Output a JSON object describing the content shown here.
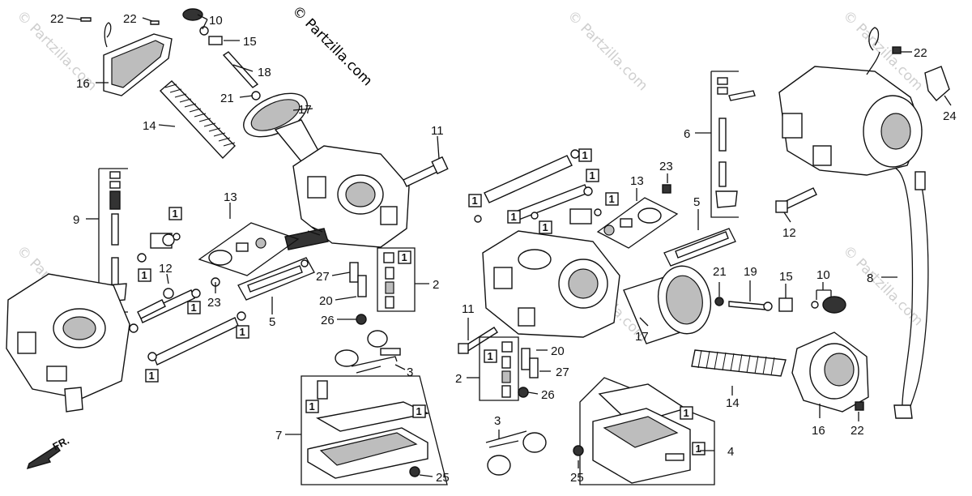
{
  "watermark": {
    "main": "© Partzilla.com",
    "faint": "© Partzilla.com"
  },
  "front_marker": "FR.",
  "callouts": {
    "c22a": "22",
    "c22b": "22",
    "c10a": "10",
    "c15a": "15",
    "c18": "18",
    "c16a": "16",
    "c21a": "21",
    "c17a": "17",
    "c14a": "14",
    "c11a": "11",
    "c9": "9",
    "c13a": "13",
    "c12a": "12",
    "c23a": "23",
    "c5a": "5",
    "c27a": "27",
    "c20a": "20",
    "c26a": "26",
    "c2a": "2",
    "c3a": "3",
    "c7": "7",
    "c25a": "25",
    "c6": "6",
    "c22c": "22",
    "c24": "24",
    "c23b": "23",
    "c13b": "13",
    "c5b": "5",
    "c12b": "12",
    "c8": "8",
    "c21b": "21",
    "c19": "19",
    "c15b": "15",
    "c10b": "10",
    "c17b": "17",
    "c11b": "11",
    "c20b": "20",
    "c27b": "27",
    "c2b": "2",
    "c26b": "26",
    "c14b": "14",
    "c16b": "16",
    "c22d": "22",
    "c3b": "3",
    "c25b": "25",
    "c4": "4"
  },
  "box_label": "1"
}
